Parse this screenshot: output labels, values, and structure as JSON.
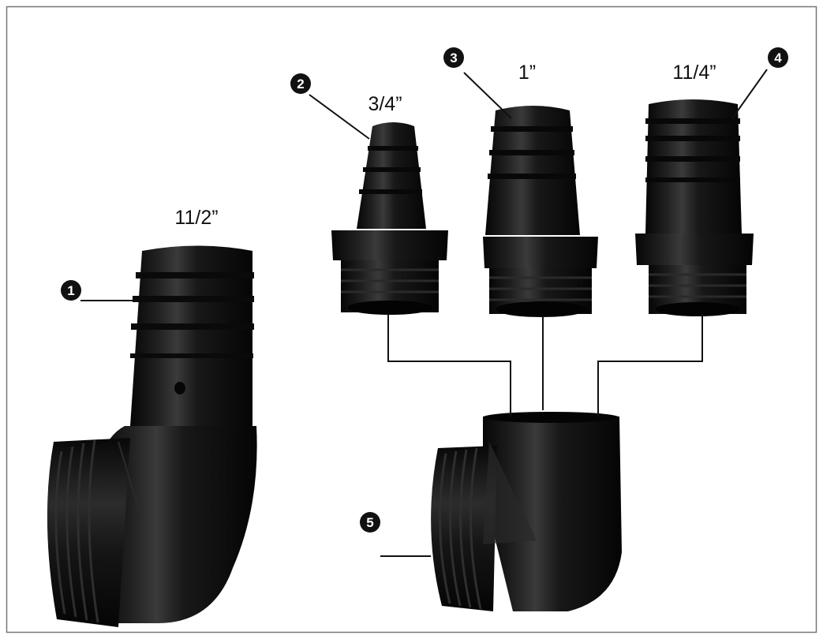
{
  "parts": [
    {
      "number": "1",
      "size": "11/2”"
    },
    {
      "number": "2",
      "size": "3/4”"
    },
    {
      "number": "3",
      "size": "1”"
    },
    {
      "number": "4",
      "size": "11/4”"
    },
    {
      "number": "5",
      "size": ""
    }
  ],
  "colors": {
    "fitting": "#141414",
    "fitting_dark": "#070707",
    "fitting_highlight": "#3a3a3a",
    "line": "#111111",
    "frame": "#777777",
    "background": "#ffffff"
  }
}
